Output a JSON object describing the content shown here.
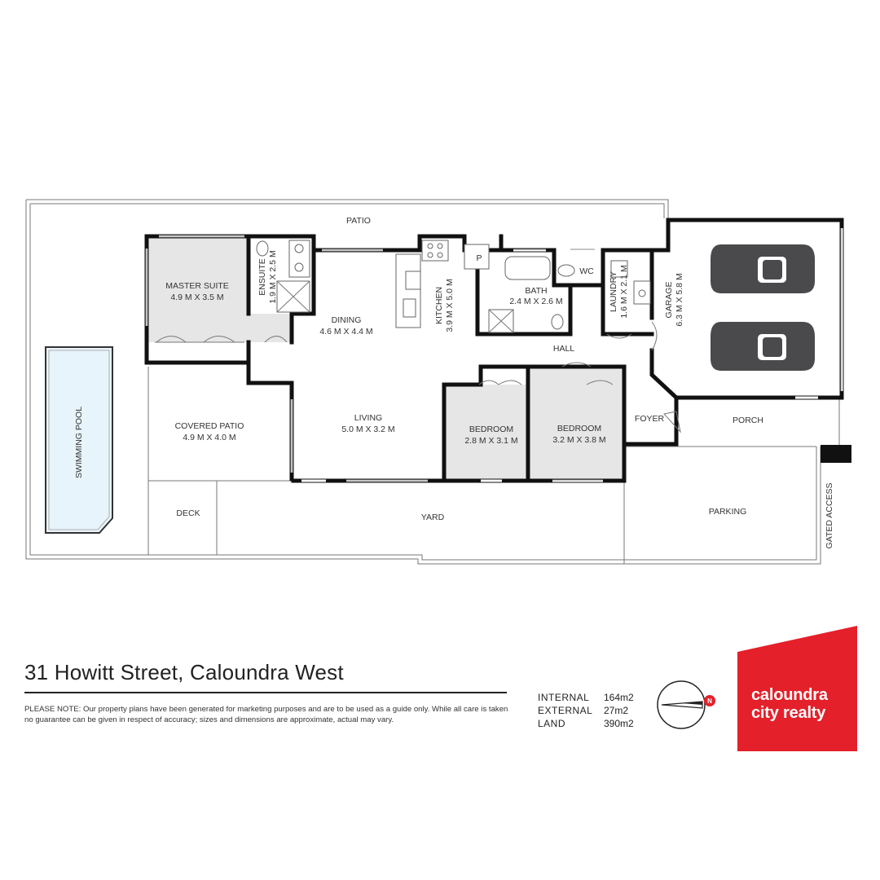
{
  "property": {
    "address_street": "31 Howitt Street,",
    "address_suburb": "Caloundra West"
  },
  "note": "PLEASE NOTE: Our property plans have been generated for marketing purposes and are to be used as a guide only.  While all care is taken no guarantee can be given in respect of accuracy; sizes and dimensions are approximate, actual may vary.",
  "areas": [
    {
      "label": "INTERNAL",
      "value": "164m2"
    },
    {
      "label": "EXTERNAL",
      "value": "27m2"
    },
    {
      "label": "LAND",
      "value": "390m2"
    }
  ],
  "compass": {
    "north_label": "N"
  },
  "brand": {
    "line1": "caloundra",
    "line2": "city realty",
    "color": "#e4202a"
  },
  "rooms": {
    "patio": {
      "name": "PATIO"
    },
    "master": {
      "name": "MASTER SUITE",
      "dims": "4.9 M X 3.5 M"
    },
    "ensuite": {
      "name": "ENSUITE",
      "dims": "1.9 M X 2.5 M"
    },
    "dining": {
      "name": "DINING",
      "dims": "4.6 M X 4.4 M"
    },
    "kitchen": {
      "name": "KITCHEN",
      "dims": "3.9 M X 5.0 M"
    },
    "pantry": {
      "name": "P"
    },
    "bath": {
      "name": "BATH",
      "dims": "2.4 M X 2.6 M"
    },
    "wc": {
      "name": "WC"
    },
    "laundry": {
      "name": "LAUNDRY",
      "dims": "1.6 M X 2.1 M"
    },
    "garage": {
      "name": "GARAGE",
      "dims": "6.3 M X 5.8 M"
    },
    "hall": {
      "name": "HALL"
    },
    "covered_patio": {
      "name": "COVERED PATIO",
      "dims": "4.9 M X 4.0 M"
    },
    "living": {
      "name": "LIVING",
      "dims": "5.0 M X 3.2 M"
    },
    "bedroom2": {
      "name": "BEDROOM",
      "dims": "2.8 M X 3.1 M"
    },
    "bedroom3": {
      "name": "BEDROOM",
      "dims": "3.2 M X 3.8 M"
    },
    "foyer": {
      "name": "FOYER"
    },
    "porch": {
      "name": "PORCH"
    },
    "pool": {
      "name": "SWIMMING POOL"
    },
    "deck": {
      "name": "DECK"
    },
    "yard": {
      "name": "YARD"
    },
    "parking": {
      "name": "PARKING"
    },
    "gated": {
      "name": "GATED ACCESS"
    }
  },
  "colors": {
    "room_fill": "#e6e6e6",
    "pool_fill": "#e8f4fb",
    "car": "#4a4a4c",
    "wall": "#111111"
  }
}
